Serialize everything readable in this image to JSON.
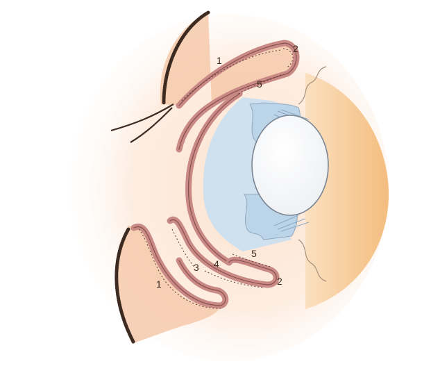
{
  "diagram": {
    "labels": {
      "upper_1": "1",
      "upper_2": "2",
      "upper_5": "5",
      "lower_1": "1",
      "lower_2": "2",
      "lower_3": "3",
      "lower_4": "4",
      "lower_5": "5"
    },
    "colors": {
      "skin": "#f6c9aa",
      "skin_glow": "#fde9da",
      "conjunctiva": "#c98a86",
      "conjunctiva_edge": "#8a4f4c",
      "cornea_blue": "#cfe0ee",
      "iris_blue": "#bcd4e8",
      "lens_white": "#ffffff",
      "sclera_orange": "#f7c98d",
      "lash_dark": "#3d2b22",
      "arrow": "#5a3a30"
    }
  }
}
